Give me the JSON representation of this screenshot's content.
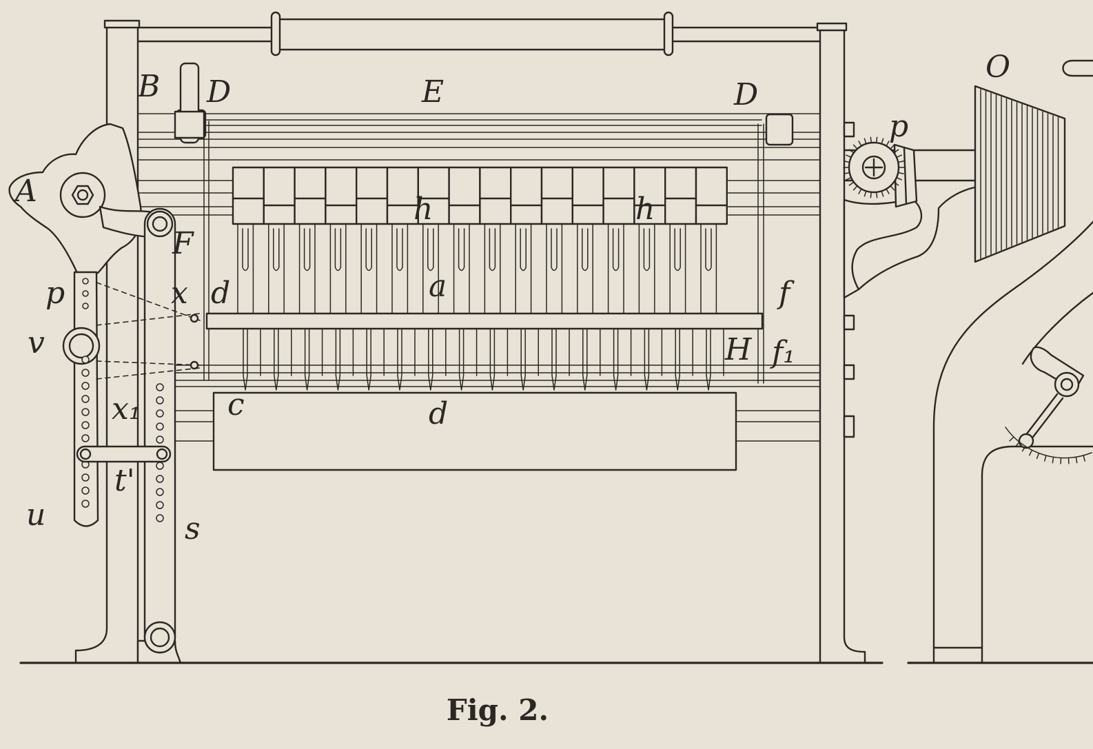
{
  "figure": {
    "caption": "Fig. 2.",
    "labels": [
      "A",
      "B",
      "D",
      "E",
      "D",
      "O",
      "p",
      "h",
      "h",
      "F",
      "p",
      "x",
      "d",
      "a",
      "f",
      "v",
      "H",
      "f₁",
      "x₁",
      "c",
      "d",
      "t'",
      "u",
      "s"
    ]
  },
  "colors": {
    "paper": "#e8e3d6",
    "ink": "#2b2723"
  }
}
